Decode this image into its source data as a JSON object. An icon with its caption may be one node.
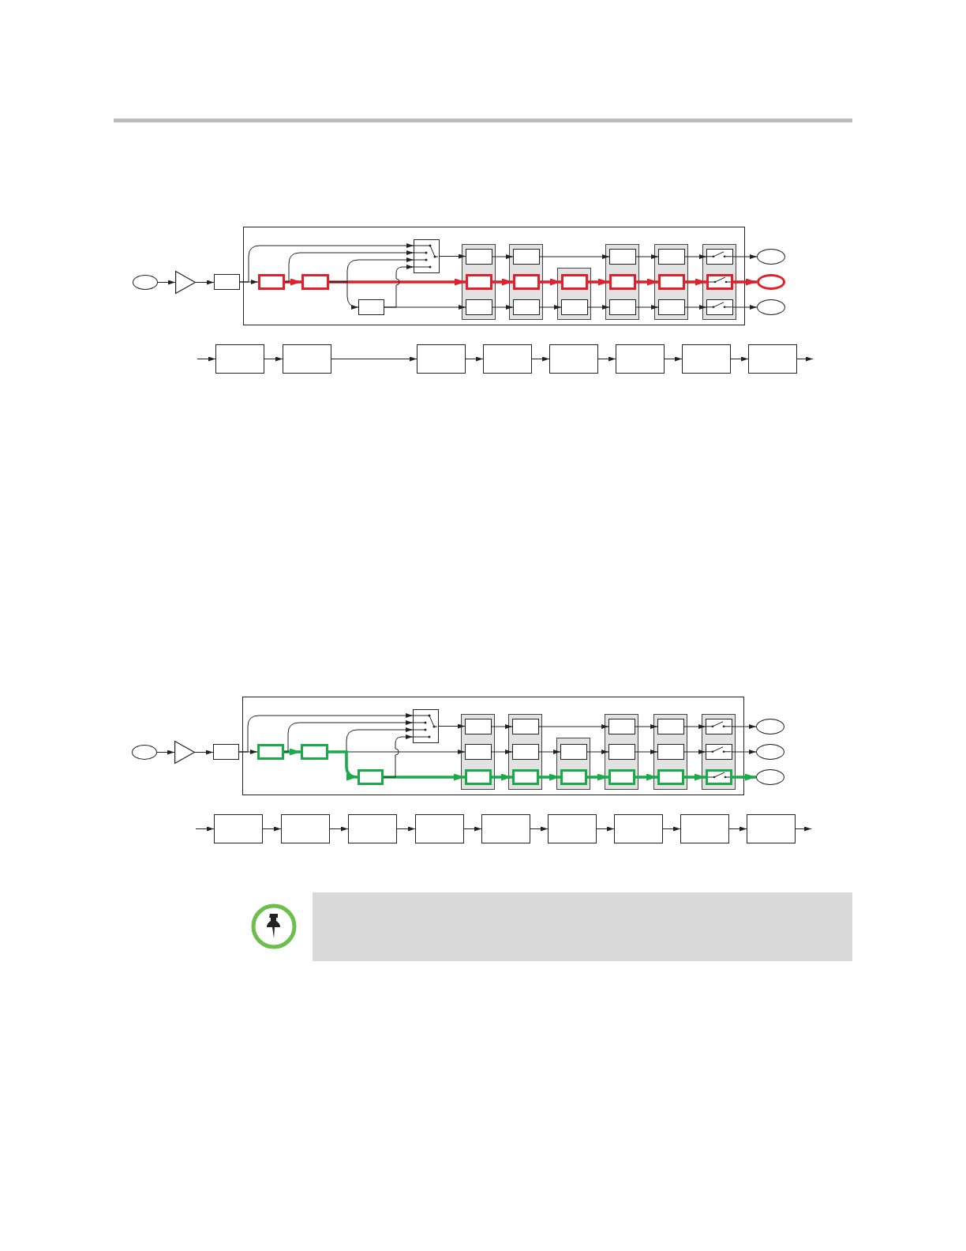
{
  "diagram": {
    "nodes": [
      {
        "text": [],
        "shape": "ellipse"
      },
      {
        "text": [],
        "shape": "triangle"
      },
      {
        "text": [],
        "shape": "box"
      },
      {
        "text": [],
        "shape": "box"
      },
      {
        "text": [],
        "shape": "box",
        "in": 3
      },
      {
        "text": [],
        "shape": "box",
        "in": 3
      },
      {
        "text": [],
        "shape": "box",
        "in": 3
      },
      {
        "text": [],
        "shape": "box",
        "in": 3
      },
      {
        "text": [],
        "shape": "box",
        "in": 3
      },
      {
        "text": [],
        "shape": "box",
        "in": 8
      },
      {
        "text": [],
        "shape": "box",
        "in": 8
      },
      {
        "text": [],
        "shape": "box",
        "in": 8
      },
      {
        "text": [],
        "shape": "box",
        "in": 3
      },
      {
        "text": [],
        "shape": "box",
        "in": 12
      },
      {
        "text": [],
        "shape": "box",
        "in": 12
      },
      {
        "text": [],
        "shape": "box",
        "in": 12
      },
      {
        "text": [],
        "shape": "box",
        "in": 3
      },
      {
        "text": [],
        "shape": "box",
        "in": 16
      },
      {
        "text": [],
        "shape": "box",
        "in": 16
      },
      {
        "text": [],
        "shape": "box",
        "in": 3
      },
      {
        "text": [],
        "shape": "box",
        "in": 19
      },
      {
        "text": [],
        "shape": "box",
        "in": 19
      },
      {
        "text": [],
        "shape": "box",
        "in": 19
      },
      {
        "text": [],
        "shape": "box",
        "in": 3
      },
      {
        "text": [],
        "shape": "box",
        "in": 23
      },
      {
        "text": [],
        "shape": "box",
        "in": 23
      },
      {
        "text": [],
        "shape": "box",
        "in": 23
      },
      {
        "text": [],
        "shape": "box",
        "in": 3
      },
      {
        "text": [],
        "shape": "box",
        "in": 27
      },
      {
        "text": [],
        "shape": "box",
        "in": 27
      },
      {
        "text": [],
        "shape": "box",
        "in": 27
      },
      {
        "text": [],
        "shape": "ellipse"
      },
      {
        "text": [],
        "shape": "ellipse"
      },
      {
        "text": [],
        "shape": "ellipse"
      },
      {
        "text": [],
        "shape": "box"
      },
      {
        "text": [],
        "shape": "box"
      },
      {
        "text": [],
        "shape": "box"
      },
      {
        "text": [],
        "shape": "box"
      },
      {
        "text": [],
        "shape": "box"
      },
      {
        "text": [],
        "shape": "box"
      },
      {
        "text": [],
        "shape": "box"
      },
      {
        "text": [],
        "shape": "box"
      },
      {
        "text": [],
        "shape": "ellipse"
      },
      {
        "text": [],
        "shape": "triangle"
      },
      {
        "text": [],
        "shape": "box"
      },
      {
        "text": [],
        "shape": "box"
      },
      {
        "text": [],
        "shape": "box",
        "in": 45
      },
      {
        "text": [],
        "shape": "box",
        "in": 45
      },
      {
        "text": [],
        "shape": "box",
        "in": 45
      },
      {
        "text": [],
        "shape": "box",
        "in": 45
      },
      {
        "text": [],
        "shape": "box",
        "in": 45
      },
      {
        "text": [],
        "shape": "box",
        "in": 50
      },
      {
        "text": [],
        "shape": "box",
        "in": 50
      },
      {
        "text": [],
        "shape": "box",
        "in": 50
      },
      {
        "text": [],
        "shape": "box",
        "in": 45
      },
      {
        "text": [],
        "shape": "box",
        "in": 54
      },
      {
        "text": [],
        "shape": "box",
        "in": 54
      },
      {
        "text": [],
        "shape": "box",
        "in": 54
      },
      {
        "text": [],
        "shape": "box",
        "in": 45
      },
      {
        "text": [],
        "shape": "box",
        "in": 58
      },
      {
        "text": [],
        "shape": "box",
        "in": 58
      },
      {
        "text": [],
        "shape": "box",
        "in": 45
      },
      {
        "text": [],
        "shape": "box",
        "in": 61
      },
      {
        "text": [],
        "shape": "box",
        "in": 61
      },
      {
        "text": [],
        "shape": "box",
        "in": 61
      },
      {
        "text": [],
        "shape": "box",
        "in": 45
      },
      {
        "text": [],
        "shape": "box",
        "in": 65
      },
      {
        "text": [],
        "shape": "box",
        "in": 65
      },
      {
        "text": [],
        "shape": "box",
        "in": 65
      },
      {
        "text": [],
        "shape": "box",
        "in": 45
      },
      {
        "text": [],
        "shape": "box",
        "in": 69
      },
      {
        "text": [],
        "shape": "box",
        "in": 69
      },
      {
        "text": [],
        "shape": "box",
        "in": 69
      },
      {
        "text": [],
        "shape": "ellipse"
      },
      {
        "text": [],
        "shape": "ellipse"
      },
      {
        "text": [],
        "shape": "ellipse"
      },
      {
        "text": [],
        "shape": "box"
      },
      {
        "text": [],
        "shape": "box"
      },
      {
        "text": [],
        "shape": "box"
      },
      {
        "text": [],
        "shape": "box"
      },
      {
        "text": [],
        "shape": "box"
      },
      {
        "text": [],
        "shape": "box"
      },
      {
        "text": [],
        "shape": "box"
      },
      {
        "text": [],
        "shape": "box"
      },
      {
        "text": [],
        "shape": "box"
      }
    ],
    "edges": [
      {
        "from": 0,
        "to": 1,
        "arrow": "to"
      },
      {
        "from": 1,
        "to": 2,
        "arrow": "to"
      },
      {
        "from": 2,
        "to": 4,
        "arrow": "to"
      },
      {
        "from": 2,
        "to": 6,
        "arrow": "to"
      },
      {
        "from": 4,
        "to": 5,
        "arrow": "to",
        "style": "thick",
        "color": "#e0202a"
      },
      {
        "from": 4,
        "to": 6,
        "arrow": "to"
      },
      {
        "from": 5,
        "to": 10,
        "arrow": "to",
        "style": "thick",
        "color": "#e0202a"
      },
      {
        "from": 5,
        "to": 6,
        "arrow": "to"
      },
      {
        "from": 5,
        "to": 7,
        "arrow": "to"
      },
      {
        "from": 7,
        "to": 11,
        "arrow": "to"
      },
      {
        "from": 7,
        "to": 6,
        "arrow": "to"
      },
      {
        "from": 6,
        "to": 9,
        "arrow": "to"
      },
      {
        "from": 9,
        "to": 13,
        "arrow": "to"
      },
      {
        "from": 13,
        "to": 20,
        "arrow": "to"
      },
      {
        "from": 20,
        "to": 24,
        "arrow": "to"
      },
      {
        "from": 24,
        "to": 28,
        "arrow": "to"
      },
      {
        "from": 28,
        "to": 31,
        "arrow": "to"
      },
      {
        "from": 10,
        "to": 14,
        "arrow": "to",
        "style": "thick",
        "color": "#e0202a"
      },
      {
        "from": 14,
        "to": 17,
        "arrow": "to",
        "style": "thick",
        "color": "#e0202a"
      },
      {
        "from": 17,
        "to": 21,
        "arrow": "to",
        "style": "thick",
        "color": "#e0202a"
      },
      {
        "from": 21,
        "to": 25,
        "arrow": "to",
        "style": "thick",
        "color": "#e0202a"
      },
      {
        "from": 25,
        "to": 29,
        "arrow": "to",
        "style": "thick",
        "color": "#e0202a"
      },
      {
        "from": 29,
        "to": 32,
        "arrow": "to",
        "style": "thick",
        "color": "#e0202a"
      },
      {
        "from": 11,
        "to": 15,
        "arrow": "to"
      },
      {
        "from": 15,
        "to": 18,
        "arrow": "to"
      },
      {
        "from": 18,
        "to": 22,
        "arrow": "to"
      },
      {
        "from": 22,
        "to": 26,
        "arrow": "to"
      },
      {
        "from": 26,
        "to": 30,
        "arrow": "to"
      },
      {
        "from": 30,
        "to": 33,
        "arrow": "to"
      },
      {
        "from": null,
        "to": 34,
        "arrow": "to"
      },
      {
        "from": 34,
        "to": 35,
        "arrow": "to"
      },
      {
        "from": 35,
        "to": 36,
        "arrow": "to"
      },
      {
        "from": 36,
        "to": 37,
        "arrow": "to"
      },
      {
        "from": 37,
        "to": 38,
        "arrow": "to"
      },
      {
        "from": 38,
        "to": 39,
        "arrow": "to"
      },
      {
        "from": 39,
        "to": 40,
        "arrow": "to"
      },
      {
        "from": 40,
        "to": 41,
        "arrow": "to"
      },
      {
        "from": 41,
        "to": null,
        "arrow": "to"
      },
      {
        "from": 42,
        "to": 43,
        "arrow": "to"
      },
      {
        "from": 43,
        "to": 44,
        "arrow": "to"
      },
      {
        "from": 44,
        "to": 46,
        "arrow": "to"
      },
      {
        "from": 44,
        "to": 48,
        "arrow": "to"
      },
      {
        "from": 46,
        "to": 47,
        "arrow": "to",
        "style": "thick",
        "color": "#1aaa4a"
      },
      {
        "from": 46,
        "to": 48,
        "arrow": "to"
      },
      {
        "from": 47,
        "to": 52,
        "arrow": "to"
      },
      {
        "from": 47,
        "to": 48,
        "arrow": "to"
      },
      {
        "from": 47,
        "to": 49,
        "arrow": "to",
        "style": "thick",
        "color": "#1aaa4a"
      },
      {
        "from": 49,
        "to": 53,
        "arrow": "to",
        "style": "thick",
        "color": "#1aaa4a"
      },
      {
        "from": 49,
        "to": 48,
        "arrow": "to"
      },
      {
        "from": 48,
        "to": 51,
        "arrow": "to"
      },
      {
        "from": 51,
        "to": 55,
        "arrow": "to"
      },
      {
        "from": 55,
        "to": 62,
        "arrow": "to"
      },
      {
        "from": 62,
        "to": 66,
        "arrow": "to"
      },
      {
        "from": 66,
        "to": 70,
        "arrow": "to"
      },
      {
        "from": 70,
        "to": 73,
        "arrow": "to"
      },
      {
        "from": 52,
        "to": 56,
        "arrow": "to"
      },
      {
        "from": 56,
        "to": 59,
        "arrow": "to"
      },
      {
        "from": 59,
        "to": 63,
        "arrow": "to"
      },
      {
        "from": 63,
        "to": 67,
        "arrow": "to"
      },
      {
        "from": 67,
        "to": 71,
        "arrow": "to"
      },
      {
        "from": 71,
        "to": 74,
        "arrow": "to"
      },
      {
        "from": 53,
        "to": 57,
        "arrow": "to",
        "style": "thick",
        "color": "#1aaa4a"
      },
      {
        "from": 57,
        "to": 60,
        "arrow": "to",
        "style": "thick",
        "color": "#1aaa4a"
      },
      {
        "from": 60,
        "to": 64,
        "arrow": "to",
        "style": "thick",
        "color": "#1aaa4a"
      },
      {
        "from": 64,
        "to": 68,
        "arrow": "to",
        "style": "thick",
        "color": "#1aaa4a"
      },
      {
        "from": 68,
        "to": 72,
        "arrow": "to",
        "style": "thick",
        "color": "#1aaa4a"
      },
      {
        "from": 72,
        "to": 75,
        "arrow": "to",
        "style": "thick",
        "color": "#1aaa4a"
      },
      {
        "from": null,
        "to": 76,
        "arrow": "to"
      },
      {
        "from": 76,
        "to": 77,
        "arrow": "to"
      },
      {
        "from": 77,
        "to": 78,
        "arrow": "to"
      },
      {
        "from": 78,
        "to": 79,
        "arrow": "to"
      },
      {
        "from": 79,
        "to": 80,
        "arrow": "to"
      },
      {
        "from": 80,
        "to": 81,
        "arrow": "to"
      },
      {
        "from": 81,
        "to": 82,
        "arrow": "to"
      },
      {
        "from": 82,
        "to": 83,
        "arrow": "to"
      },
      {
        "from": 83,
        "to": 84,
        "arrow": "to"
      },
      {
        "from": 84,
        "to": null,
        "arrow": "to"
      }
    ]
  }
}
